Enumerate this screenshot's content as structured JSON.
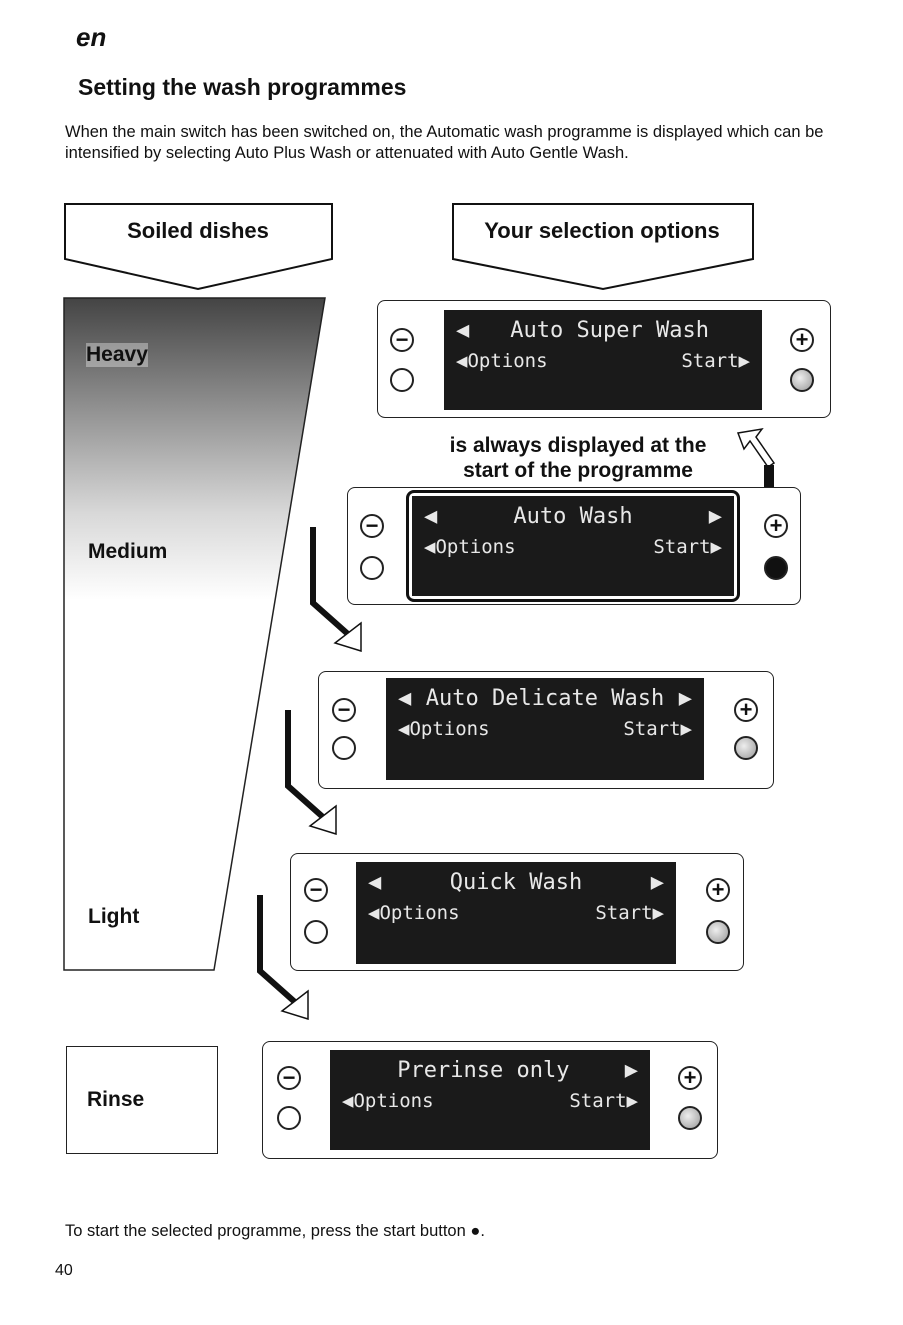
{
  "header": {
    "language": "en",
    "title": "Setting the wash programmes"
  },
  "intro": "When the main switch has been switched on, the Automatic wash programme is displayed which can be intensified by selecting Auto Plus Wash or attenuated with Auto Gentle Wash.",
  "left_tab": "Soiled dishes",
  "right_tab": "Your selection options",
  "levels": {
    "heavy": "Heavy",
    "medium": "Medium",
    "light": "Light",
    "rinse": "Rinse"
  },
  "note": "is always displayed at the start of the programme",
  "displays": [
    {
      "line1_left": "◀",
      "line1_main": "Auto Super Wash",
      "line1_right": "",
      "line2_left": "◀Options",
      "line2_right": "Start▶"
    },
    {
      "line1_left": "◀",
      "line1_main": "Auto Wash",
      "line1_right": "▶",
      "line2_left": "◀Options",
      "line2_right": "Start▶"
    },
    {
      "line1_left": "◀",
      "line1_main": "Auto Delicate Wash",
      "line1_right": "▶",
      "line2_left": "◀Options",
      "line2_right": "Start▶"
    },
    {
      "line1_left": "◀",
      "line1_main": "Quick Wash",
      "line1_right": "▶",
      "line2_left": "◀Options",
      "line2_right": "Start▶"
    },
    {
      "line1_left": "",
      "line1_main": "Prerinse only",
      "line1_right": "▶",
      "line2_left": "◀Options",
      "line2_right": "Start▶"
    }
  ],
  "buttons": {
    "minus": "−",
    "plus": "+"
  },
  "footer": "To start the selected programme, press the start button ●.",
  "page_number": "40",
  "icons": [
    "minus-icon",
    "plus-icon",
    "start-button-icon",
    "down-arrow-icon",
    "pointer-arrow-icon"
  ]
}
